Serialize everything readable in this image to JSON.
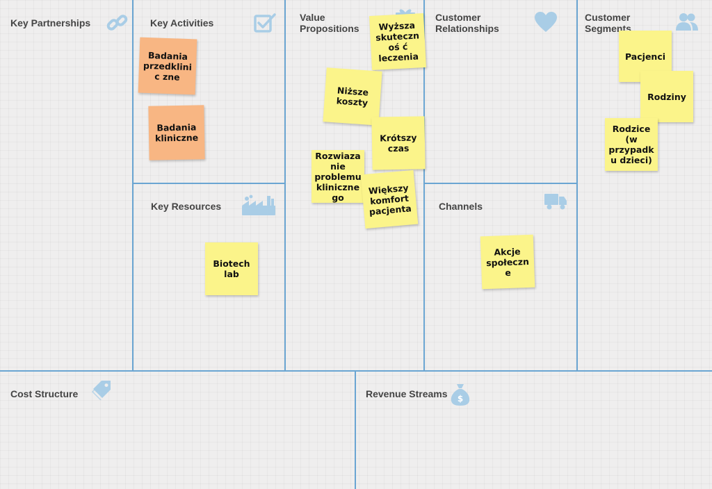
{
  "colors": {
    "grid_line": "#6aa5d2",
    "icon": "#a9cde6",
    "note_yellow": "#fbf48a",
    "note_orange": "#f8b683"
  },
  "sections": {
    "key_partnerships": {
      "title": "Key Partnerships",
      "icon": "link-icon"
    },
    "key_activities": {
      "title": "Key Activities",
      "icon": "checkbox-icon"
    },
    "key_resources": {
      "title": "Key Resources",
      "icon": "factory-icon"
    },
    "value_propositions": {
      "title_line1": "Value",
      "title_line2": "Propositions",
      "icon": "gift-icon"
    },
    "customer_relationships": {
      "title_line1": "Customer",
      "title_line2": "Relationships",
      "icon": "heart-icon"
    },
    "channels": {
      "title": "Channels",
      "icon": "truck-icon"
    },
    "customer_segments": {
      "title_line1": "Customer",
      "title_line2": "Segments",
      "icon": "users-icon"
    },
    "cost_structure": {
      "title": "Cost Structure",
      "icon": "tag-icon"
    },
    "revenue_streams": {
      "title": "Revenue Streams",
      "icon": "money-bag-icon"
    }
  },
  "notes": {
    "badania_przedkliniczne": "Badania przedklinic zne",
    "badania_kliniczne": "Badania kliniczne",
    "biotech_lab": "Biotech lab",
    "wyzsza_skutecznosc": "Wyższa skutecznoś ć leczenia",
    "nizsze_koszty": "Niższe koszty",
    "krotszy_czas": "Krótszy czas",
    "rozwiazanie_problemu": "Rozwiaza nie problemu klinicznego",
    "wiekszy_komfort": "Większy komfort pacjenta",
    "akcje_spoleczne": "Akcje społeczne",
    "pacjenci": "Pacjenci",
    "rodziny": "Rodziny",
    "rodzice": "Rodzice (w przypadku dzieci)"
  }
}
